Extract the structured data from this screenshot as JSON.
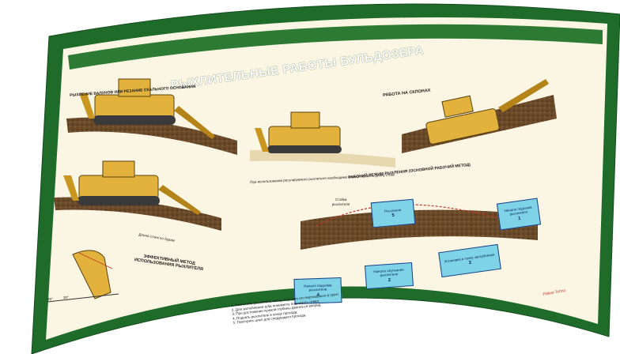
{
  "poster": {
    "title": "РЫХЛИТЕЛЬНЫЕ РАБОТЫ БУЛЬДОЗЕРА",
    "frame_color": "#1f6b2a",
    "banner_color": "#2c7a33",
    "paper_color": "#fbf6e3"
  },
  "sections": {
    "loosening": "РЫХЛЕНИЕ ВАЛУНОВ ИЛИ РЕЗАНИЕ СКАЛЬНОГО ОСНОВАНИЯ",
    "slopes": "РАБОТА НА СКЛОНАХ",
    "work_mode": "РАБОЧИЙ РЕЖИМ РЫХЛЕНИЯ (ОСНОВНОЙ РАБОЧИЙ МЕТОД)",
    "efficient_method": "ЭФФЕКТИВНЫЙ МЕТОД ИСПОЛЬЗОВАНИЯ РЫХЛИТЕЛЯ"
  },
  "labels": {
    "depth_note": "Длина стоек по бурам",
    "ripper_caption": "При использовании регулируемого рыхлителя необходимо отрегулировать длину стоек",
    "shank_label": "Стойка рыхлителя",
    "angle_45": "45°",
    "angle_30": "30°"
  },
  "steps": [
    {
      "text": "Начало подъема рыхлителя",
      "num": "1"
    },
    {
      "text": "Начало опускания рыхлителя",
      "num": "2"
    },
    {
      "text": "Установка в точку заглубления",
      "num": "3"
    },
    {
      "text": "Начало подъема рыхлителя",
      "num": "4"
    },
    {
      "text": "Рыхление",
      "num": "5"
    }
  ],
  "numbered_notes": [
    "1. Наклонить рыхлитель назад, опустить его вертикально в грунт.",
    "2. Для заглубления зуба понемногу поднимать отвал.",
    "3. При достижении нужной глубины двигаться вперед.",
    "4. Поднять рыхлитель в конце прохода.",
    "5. Повторять цикл для следующего прохода."
  ],
  "brand": "Plakat-Tehno"
}
